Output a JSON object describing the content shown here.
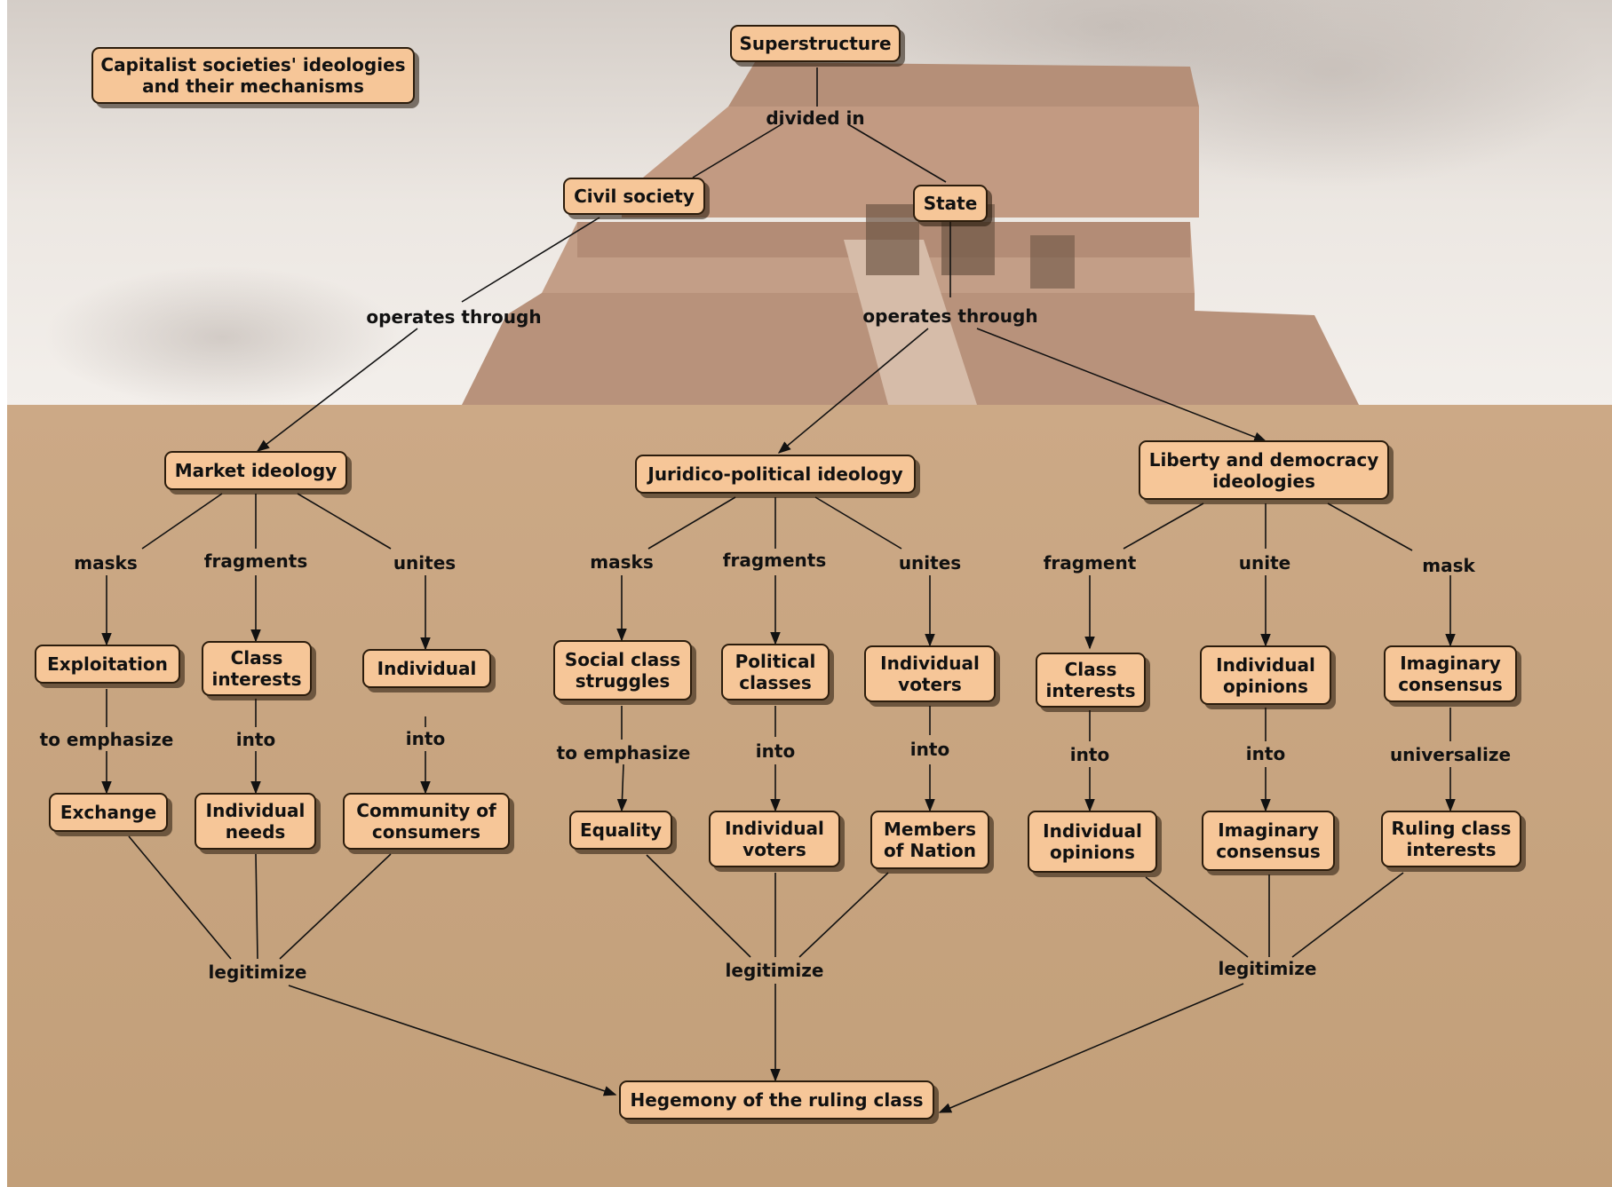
{
  "colors": {
    "node_fill": "#f6c698",
    "node_border": "#2b1c0c",
    "line": "#111111",
    "ground": "#c8a47e",
    "sky": "#e7e1db"
  },
  "nodes": {
    "title": "Capitalist societies' ideologies and their mechanisms",
    "superstructure": "Superstructure",
    "civil_society": "Civil society",
    "state": "State",
    "market_ideology": "Market ideology",
    "juridico_political": "Juridico-political ideology",
    "liberty_democracy": "Liberty and democracy ideologies",
    "exploitation": "Exploitation",
    "class_interests_1": "Class interests",
    "individual_1": "Individual",
    "exchange": "Exchange",
    "individual_needs": "Individual needs",
    "community_consumers": "Community of consumers",
    "social_class_struggles": "Social class struggles",
    "political_classes": "Political classes",
    "individual_voters_1": "Individual voters",
    "equality": "Equality",
    "individual_voters_2": "Individual voters",
    "members_nation": "Members of Nation",
    "class_interests_2": "Class interests",
    "individual_opinions_1": "Individual opinions",
    "imaginary_consensus_1": "Imaginary consensus",
    "individual_opinions_2": "Individual opinions",
    "imaginary_consensus_2": "Imaginary consensus",
    "ruling_class_interests": "Ruling class interests",
    "hegemony": "Hegemony of the ruling class"
  },
  "links": {
    "divided_in": "divided in",
    "operates_through_1": "operates through",
    "operates_through_2": "operates through",
    "masks_1": "masks",
    "fragments_1": "fragments",
    "unites_1": "unites",
    "masks_2": "masks",
    "fragments_2": "fragments",
    "unites_2": "unites",
    "fragment_3": "fragment",
    "unite_3": "unite",
    "mask_3": "mask",
    "to_emphasize_1": "to emphasize",
    "into_1": "into",
    "into_2": "into",
    "to_emphasize_2": "to emphasize",
    "into_3": "into",
    "into_4": "into",
    "into_5": "into",
    "into_6": "into",
    "universalize": "universalize",
    "legitimize_1": "legitimize",
    "legitimize_2": "legitimize",
    "legitimize_3": "legitimize"
  }
}
